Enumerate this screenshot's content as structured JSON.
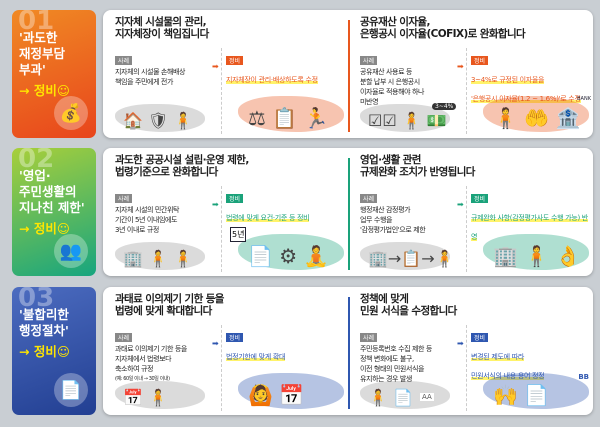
{
  "rows": [
    {
      "num": "01",
      "label": "'과도한\n재정부담\n부과'",
      "result": "→ 정비☺",
      "color": "#e8571e",
      "left": {
        "title": "지자체 시설물의 관리,\n지자체장이 책임집니다",
        "case_tag": "사례",
        "case": "지자체의 시설물 손해배상\n책임을 주민에게 전가",
        "fix_tag": "정비",
        "fix": "지자체장이 관리·배상하도록 수정"
      },
      "right": {
        "title": "공유재산 이자율,\n은행공시 이자율(COFIX)로 완화합니다",
        "case_tag": "사례",
        "case": "공유재산 사용료 등\n분할 납부 시 은행공시\n이자율로 적용해야 하나\n미반영",
        "badge": "3~4%",
        "fix_tag": "정비",
        "fix": "3~4%로 규정된 이자율을\n'은행공시 이자율(1.2 ~ 1.6%)'로 수정",
        "bank": "BANK"
      }
    },
    {
      "num": "02",
      "label": "'영업·\n주민생활의\n지나친 제한'",
      "result": "→ 정비☺",
      "color": "#1aa27a",
      "left": {
        "title": "과도한 공공시설 설립·운영 제한,\n법령기준으로 완화합니다",
        "case_tag": "사례",
        "case": "지자체 시설의 민간위탁\n기간이 5년 이내임에도\n3년 이내로 규정",
        "fix_tag": "정비",
        "fix": "법령에 맞게 요건·기준 등 정비",
        "doc": "5년"
      },
      "right": {
        "title": "영업·생활 관련\n규제완화 조치가 반영됩니다",
        "case_tag": "사례",
        "case": "행정재산 감정평가\n업무 수행을\n'감정평가법인'으로 제한",
        "fix_tag": "정비",
        "fix": "규제완화 사항(감정평가사도 수행 가능) 반영"
      }
    },
    {
      "num": "03",
      "label": "'불합리한\n행정절차'",
      "result": "→ 정비☺",
      "color": "#2f57b0",
      "left": {
        "title": "과태료 이의제기 기한 등을\n법령에 맞게 확대합니다",
        "case_tag": "사례",
        "case": "과태료 이의제기 기한 등을\n지자체에서 법령보다\n축소하여 규정",
        "note": "(예: 60일 이내 → 30일 이내)",
        "fix_tag": "정비",
        "fix": "법정기한에 맞게 확대"
      },
      "right": {
        "title": "정책에 맞게\n민원 서식을 수정합니다",
        "case_tag": "사례",
        "case": "주민등록번호 수집 제한 등\n정책 변화에도 불구,\n이전 형태의 민원서식을\n유지하는 경우 발생",
        "doc_a": "AA",
        "doc_b": "BB",
        "fix_tag": "정비",
        "fix": "변경된 제도에 따라\n민원서식의 내용·용어 정정"
      }
    }
  ]
}
